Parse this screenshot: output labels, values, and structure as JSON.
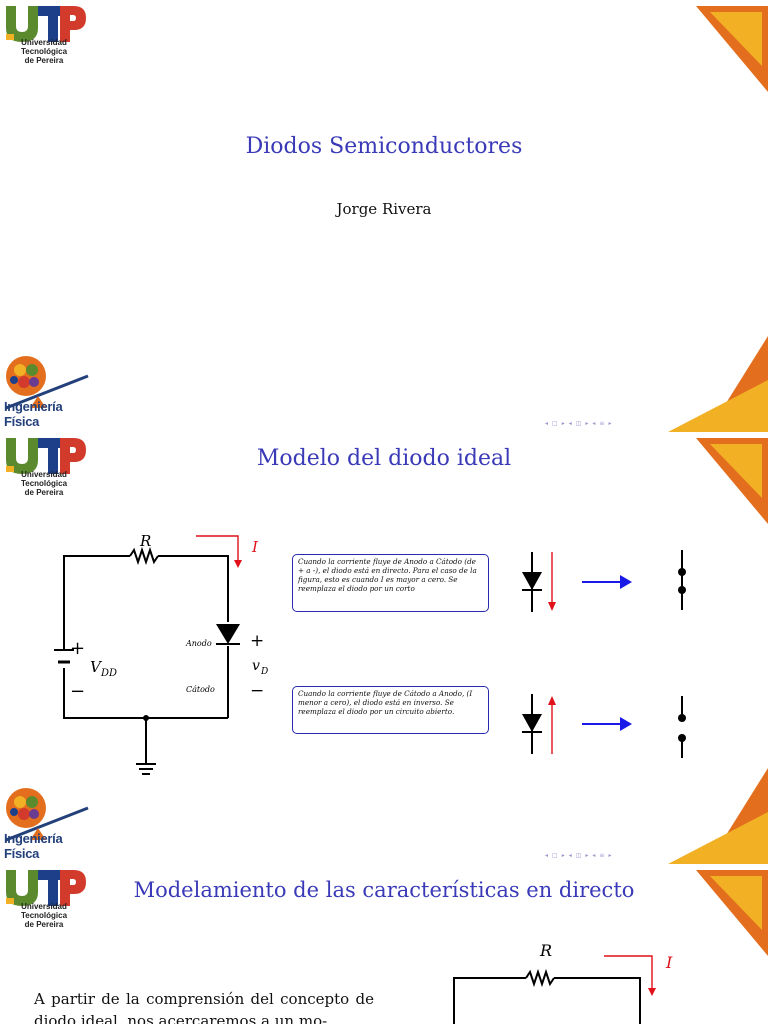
{
  "logo": {
    "line1": "Universidad Tecnológica",
    "line2": "de Pereira"
  },
  "dept": {
    "label": "Ingeniería Física"
  },
  "nav": {
    "symbols": [
      "◂",
      "□",
      "▸",
      "◂",
      "◫",
      "▸",
      "◂",
      "≡",
      "▸",
      "◂",
      "≡",
      "▸",
      "≡",
      "↺",
      "◎"
    ]
  },
  "slide1": {
    "title": "Diodos Semiconductores",
    "author": "Jorge Rivera"
  },
  "slide2": {
    "title": "Modelo del diodo ideal",
    "circuit": {
      "resistor": "R",
      "current": "I",
      "source_plus": "+",
      "source_label": "V",
      "source_sub": "DD",
      "source_minus": "−",
      "diode_plus": "+",
      "diode_label": "v",
      "diode_sub": "D",
      "diode_minus": "−",
      "anode": "Anodo",
      "cathode": "Cátodo"
    },
    "note_forward": "Cuando la corriente fluye de Anodo a Cátodo (de + a -), el diodo está en directo. Para el caso de la figura, esto es cuando I es mayor a cero. Se reemplaza el diodo por un corto",
    "note_reverse": "Cuando la corriente fluye de Cátodo a Anodo, (I menor a cero), el diodo está en inverso. Se reemplaza el diodo por un circuito abierto."
  },
  "slide3": {
    "title": "Modelamiento de las características en directo",
    "circuit": {
      "resistor": "R",
      "current": "I"
    },
    "body": "A partir de la comprensión del concepto de diodo ideal, nos acercaremos a un mo-"
  },
  "colors": {
    "title_blue": "#3a3ab8",
    "orange": "#e36f1e",
    "yellow": "#f2b024",
    "navy": "#23407a"
  }
}
